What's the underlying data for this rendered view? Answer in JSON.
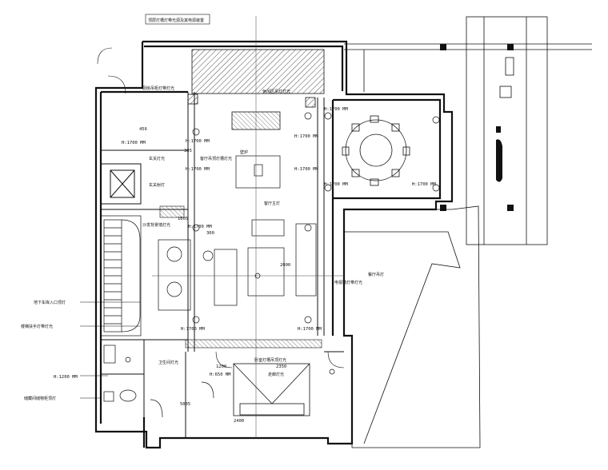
{
  "plan": {
    "top_note": "顶层灯槽灯带光源及其电源装置",
    "dimensions": {
      "h1700_top_right": "H:1700 MM",
      "h1700_stair_top": "H:1700 MM",
      "h1700_left_upper": "H:1700 MM",
      "h1700_left_mid": "H:1700 MM",
      "h1700_center_top": "H:1700 MM",
      "h1700_center_mid": "H:1700 MM",
      "h1700_dining_left": "H:1700 MM",
      "h1700_dining_right": "H:1700 MM",
      "h1700_mid_lower": "H:1700 MM",
      "h1700_center_low": "H:1700 MM",
      "h1700_right_low": "H:1700 MM",
      "h1200_left": "H:1200 MM",
      "h650": "H:650 MM",
      "d456": "456",
      "d2000": "2000",
      "d1200": "1200",
      "d2350": "2350",
      "d300": "300",
      "d2400": "2400",
      "d1605": "1605",
      "d305": "305",
      "d5035": "5035"
    },
    "left_notes": [
      "地下车库入口顶灯",
      "楼梯扶手灯带灯光",
      "H:1200 MM",
      "储藏间储物柜顶灯"
    ],
    "room_labels": {
      "kitchen_top": "厨房吊柜灯带灯光",
      "lounge": "休闲区吊灯灯光",
      "entry1": "玄关灯光",
      "entry2": "玄关射灯",
      "living1": "客厅吊顶灯槽灯光",
      "living2": "客厅主灯",
      "sofa": "沙发背景墙灯光",
      "fireplace": "壁炉",
      "bedroom": "卧室灯槽吊顶灯光",
      "bath": "卫生间灯光",
      "corridor": "走廊灯光",
      "right_strip": "电视墙灯带灯光",
      "right_label": "餐厅吊灯"
    }
  }
}
